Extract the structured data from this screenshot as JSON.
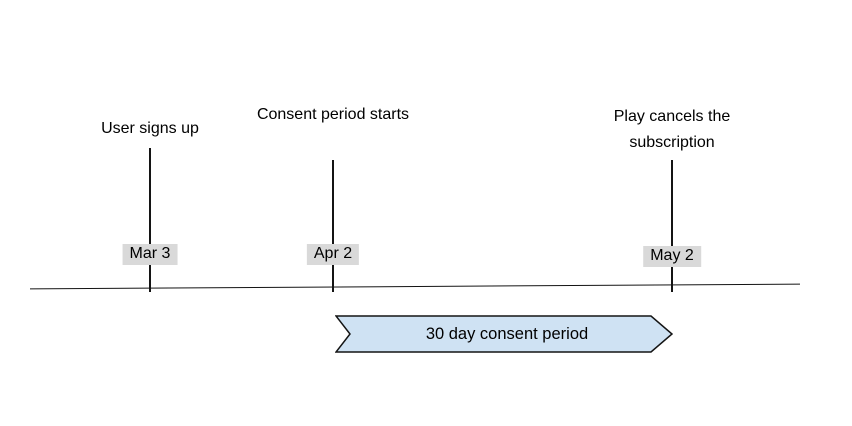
{
  "diagram": {
    "events": [
      {
        "label": "User signs up",
        "date": "Mar 3"
      },
      {
        "label": "Consent period starts",
        "date": "Apr 2"
      },
      {
        "label": "Play cancels the subscription",
        "date": "May 2"
      }
    ],
    "banner": {
      "label": "30 day consent period"
    },
    "colors": {
      "banner_fill": "#cfe2f3",
      "banner_border": "#141414",
      "date_badge_bg": "#d9d9d9",
      "line": "#141414",
      "background": "#ffffff"
    }
  }
}
